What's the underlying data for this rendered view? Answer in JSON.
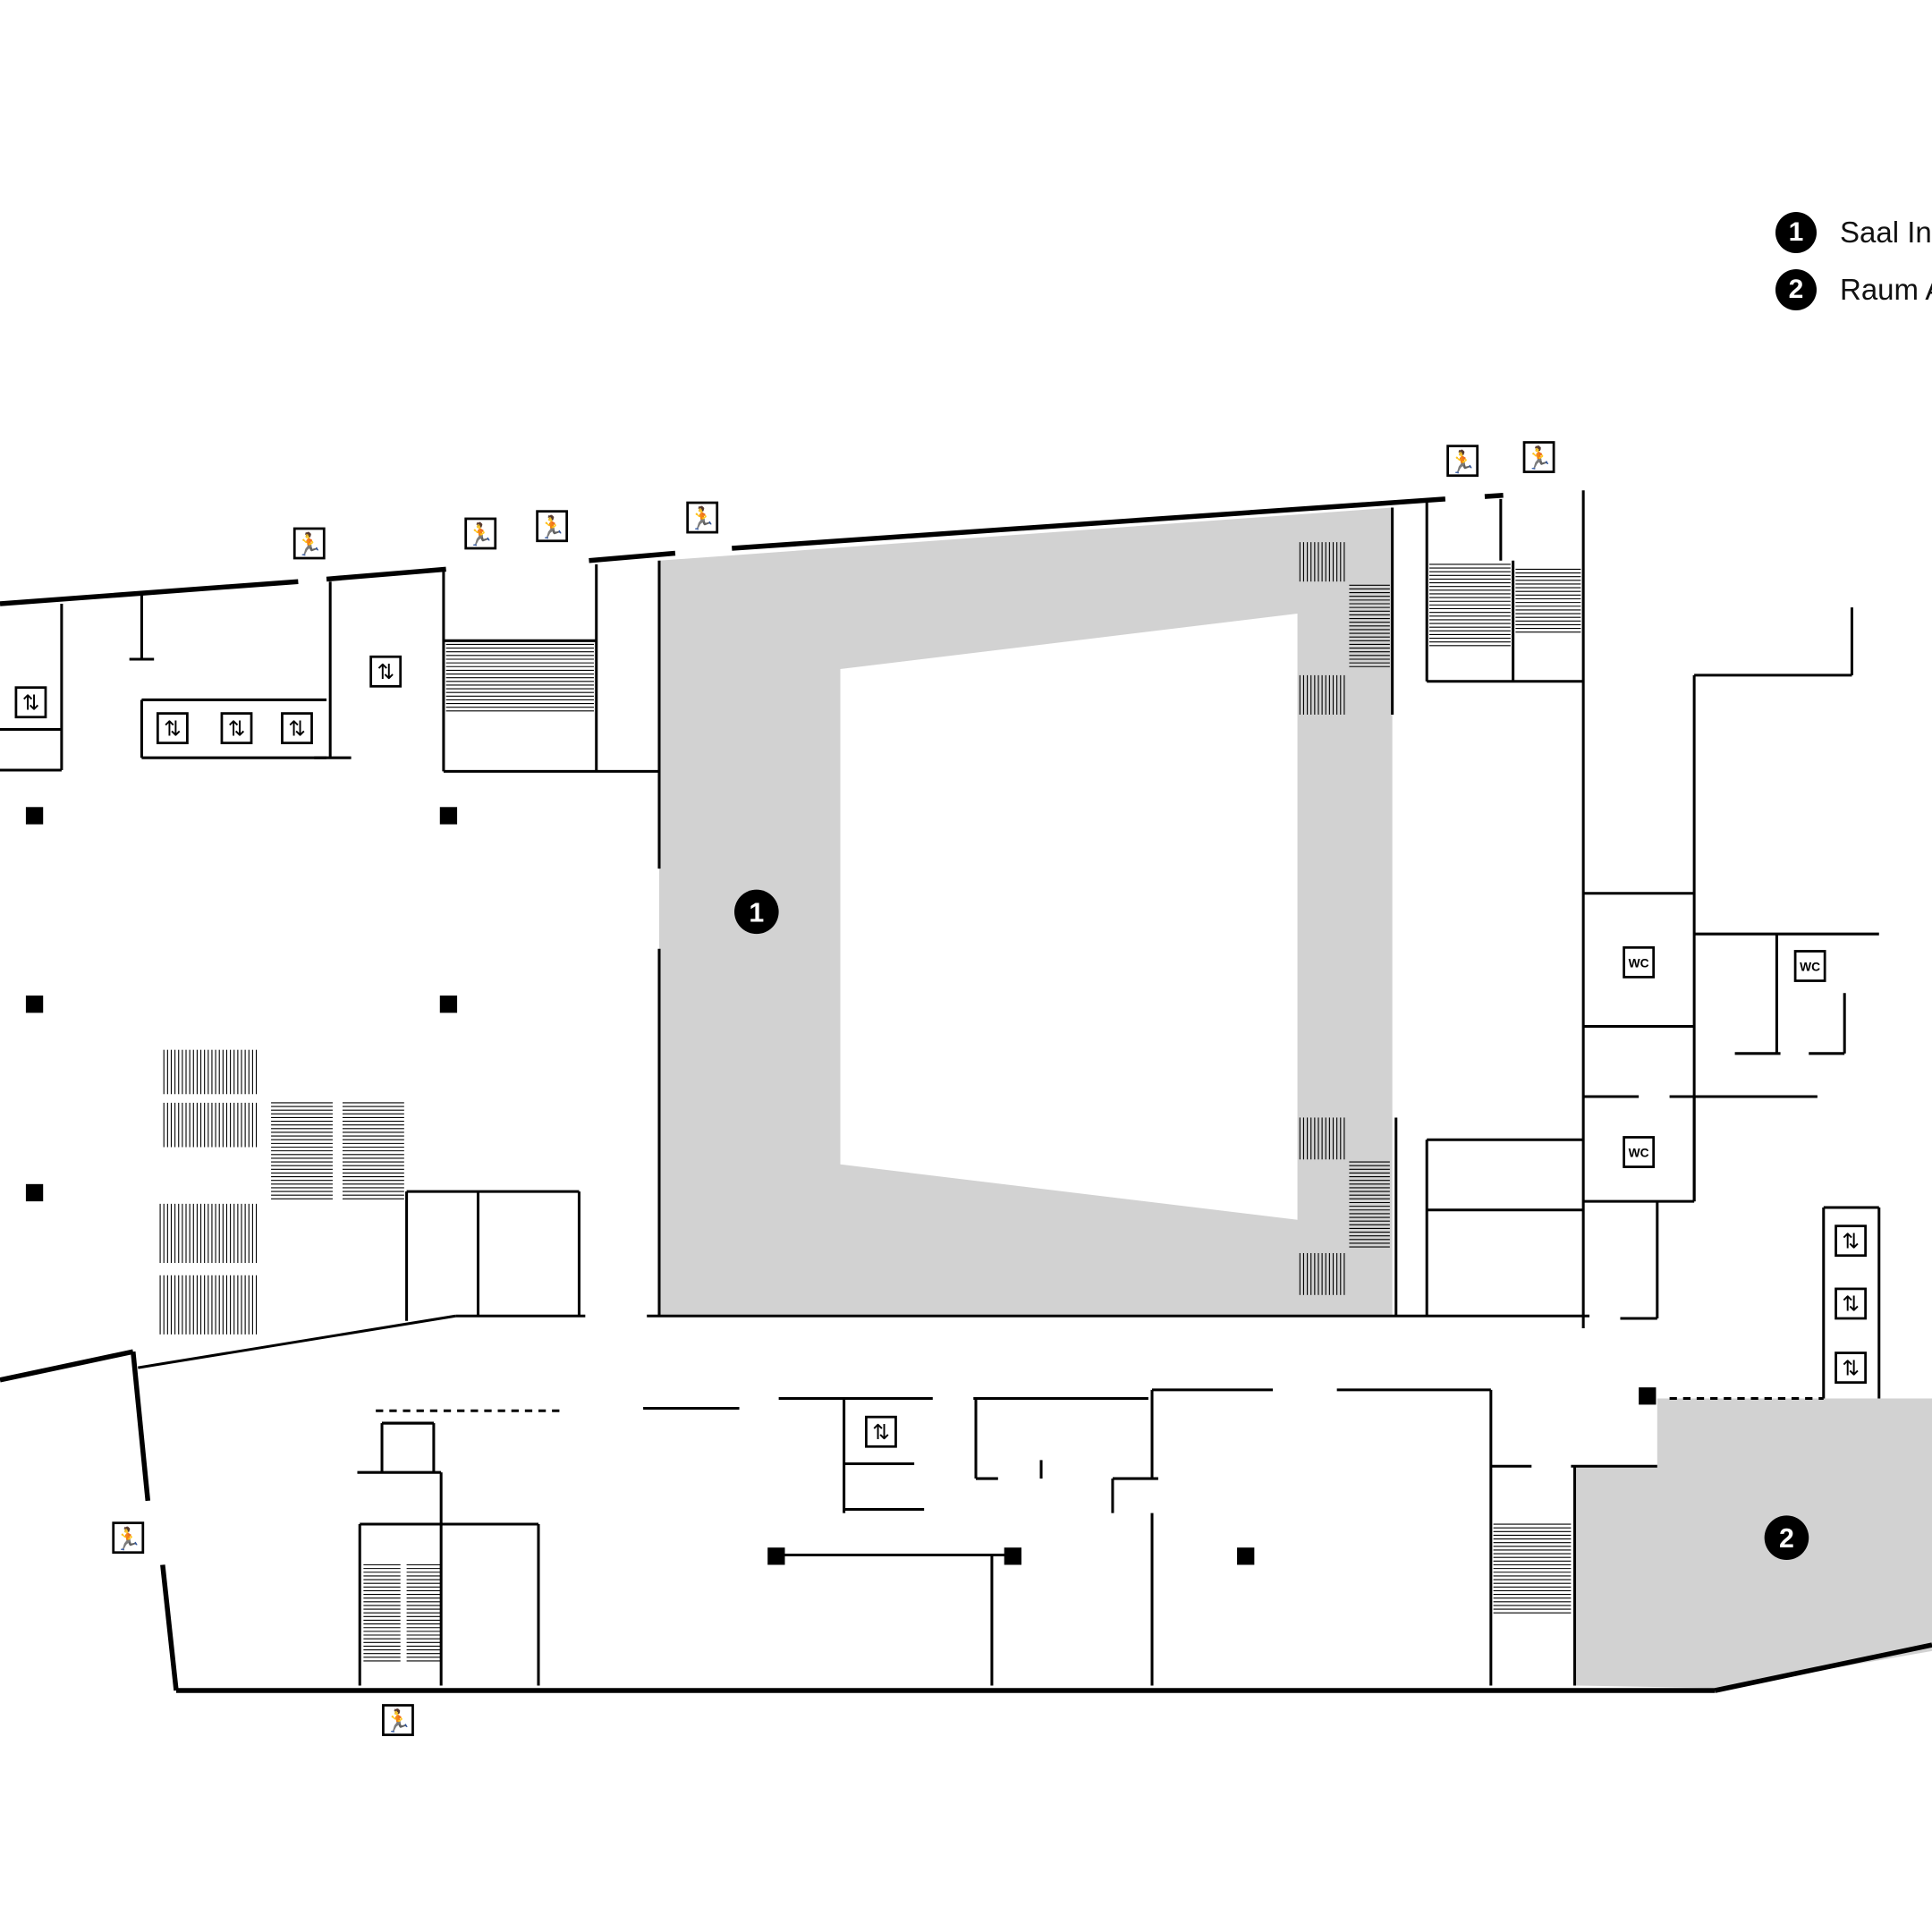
{
  "legend": [
    {
      "number": "1",
      "label": "Saal Ing"
    },
    {
      "number": "2",
      "label": "Raum A"
    }
  ],
  "rooms": [
    {
      "number": "1",
      "fill": "#d2d2d2"
    },
    {
      "number": "2",
      "fill": "#d2d2d2"
    }
  ],
  "wc_label": "WC",
  "colors": {
    "wall": "#000000",
    "room_highlight": "#d2d2d2"
  }
}
